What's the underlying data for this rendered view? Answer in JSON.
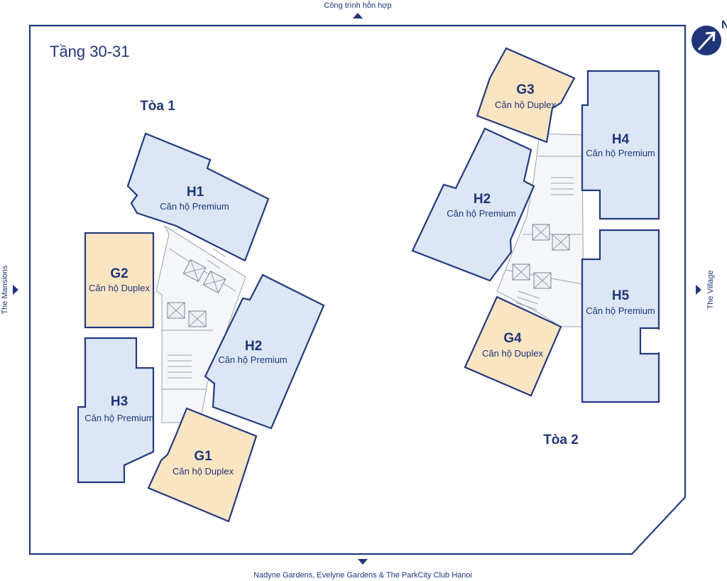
{
  "floor_label": "Tầng 30-31",
  "compass": {
    "label": "N",
    "icon": "north-arrow-icon"
  },
  "surroundings": {
    "north": "Công trình hỗn hợp",
    "south": "Nadyne Gardens, Evelyne Gardens & The ParkCity Club Hanoi",
    "west": "The Mansions",
    "east": "The Village"
  },
  "towers": [
    {
      "name": "Tòa 1"
    },
    {
      "name": "Tòa 2"
    }
  ],
  "units": {
    "t1_h1": {
      "code": "H1",
      "type": "Căn hộ Premium"
    },
    "t1_g2": {
      "code": "G2",
      "type": "Căn hộ Duplex"
    },
    "t1_h2": {
      "code": "H2",
      "type": "Căn hộ Premium"
    },
    "t1_h3": {
      "code": "H3",
      "type": "Căn hộ Premium"
    },
    "t1_g1": {
      "code": "G1",
      "type": "Căn hộ Duplex"
    },
    "t2_g3": {
      "code": "G3",
      "type": "Căn hộ Duplex"
    },
    "t2_h4": {
      "code": "H4",
      "type": "Căn hộ Premium"
    },
    "t2_h2": {
      "code": "H2",
      "type": "Căn hộ Premium"
    },
    "t2_h5": {
      "code": "H5",
      "type": "Căn hộ Premium"
    },
    "t2_g4": {
      "code": "G4",
      "type": "Căn hộ Duplex"
    }
  },
  "colors": {
    "premium_fill": "#dce6f5",
    "duplex_fill": "#fae5c3",
    "outline": "#233a7f"
  }
}
